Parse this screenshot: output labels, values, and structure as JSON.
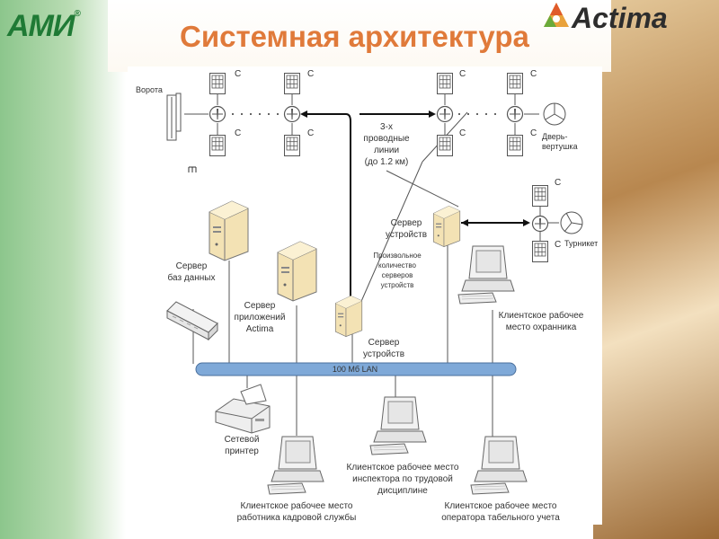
{
  "branding": {
    "ami_logo": "АМИ",
    "ami_reg": "®",
    "actima_logo": "Actima"
  },
  "title": "Системная архитектура",
  "colors": {
    "title": "#e07a3a",
    "ami_green": "#1f7a35",
    "lan_bar": "#7fa9d8"
  },
  "labels": {
    "vorota": "Ворота",
    "c": "С",
    "wires": [
      "3-х",
      "проводные",
      "линии",
      "(до 1.2 км)"
    ],
    "dver": [
      "Дверь-",
      "вертушка"
    ],
    "turniket": "Турникет",
    "server_ustr_top": [
      "Сервер",
      "устройств"
    ],
    "proizv": [
      "Произвольное",
      "количество",
      "серверов",
      "устройств"
    ],
    "server_bd": [
      "Сервер",
      "баз данных"
    ],
    "server_app": [
      "Сервер",
      "приложений",
      "Actima"
    ],
    "server_ustr": [
      "Сервер",
      "устройств"
    ],
    "guard": [
      "Клиентское рабочее",
      "место охранника"
    ],
    "lan": "100 Мб LAN",
    "printer": [
      "Сетевой",
      "принтер"
    ],
    "inspector": [
      "Клиентское рабочее место",
      "инспектора по трудовой",
      "дисциплине"
    ],
    "hr": [
      "Клиентское рабочее место",
      "работника кадровой службы"
    ],
    "timekeeper": [
      "Клиентское рабочее место",
      "оператора табельного учета"
    ]
  }
}
